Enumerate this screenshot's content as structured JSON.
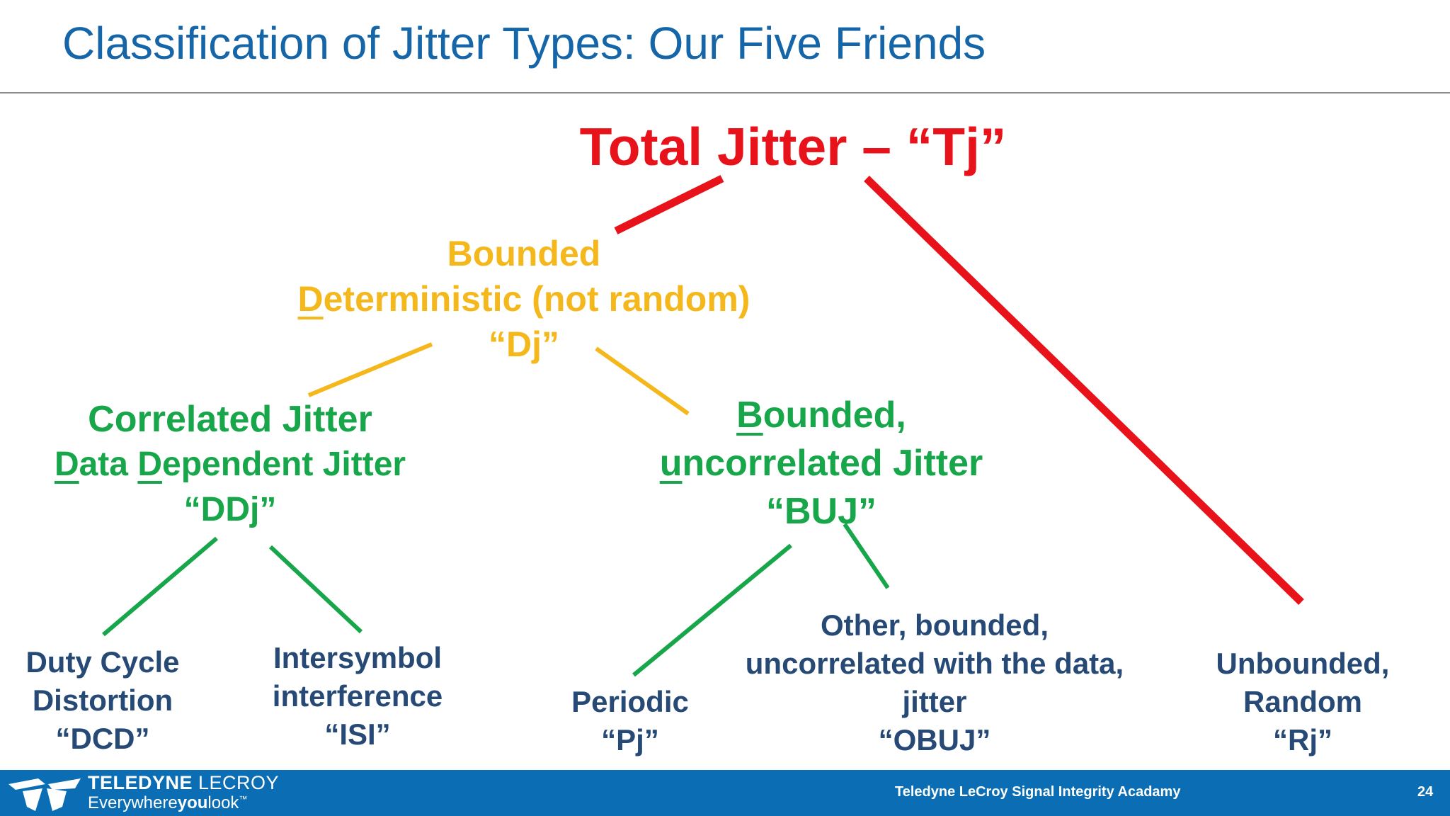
{
  "title": "Classification of Jitter Types: Our Five Friends",
  "colors": {
    "title": "#1565a9",
    "tj": "#e8121a",
    "dj": "#f5b81c",
    "mid": "#17a64a",
    "leaf": "#264a75",
    "footer": "#0b6db4"
  },
  "nodes": {
    "tj": {
      "label": "Total Jitter – “Tj”"
    },
    "dj": {
      "line1": "Bounded",
      "line2_first": "D",
      "line2_rest": "eterministic (not random)",
      "line3": "“Dj”"
    },
    "ddj": {
      "line1": "Correlated Jitter",
      "d1": "D",
      "r1": "ata ",
      "d2": "D",
      "r2": "ependent Jitter",
      "line3": "“DDj”"
    },
    "buj": {
      "b": "B",
      "rest1": "ounded,",
      "u": "u",
      "rest2": "ncorrelated Jitter",
      "line3": "“BUJ”"
    },
    "dcd": {
      "lines": [
        "Duty Cycle",
        "Distortion",
        "“DCD”"
      ]
    },
    "isi": {
      "lines": [
        "Intersymbol",
        "interference",
        "“ISI”"
      ]
    },
    "pj": {
      "lines": [
        "Periodic",
        "“Pj”"
      ]
    },
    "obuj": {
      "lines": [
        "Other, bounded,",
        "uncorrelated with the data,",
        "jitter",
        "“OBUJ”"
      ]
    },
    "rj": {
      "lines": [
        "Unbounded,",
        "Random",
        "“Rj”"
      ]
    }
  },
  "footer": {
    "brand_bold": "TELEDYNE",
    "brand_thin": " LECROY",
    "tagline_a": "Everywhere",
    "tagline_b": "you",
    "tagline_c": "look",
    "trademark": "™",
    "academy": "Teledyne LeCroy Signal Integrity Acadamy",
    "page": "24"
  }
}
